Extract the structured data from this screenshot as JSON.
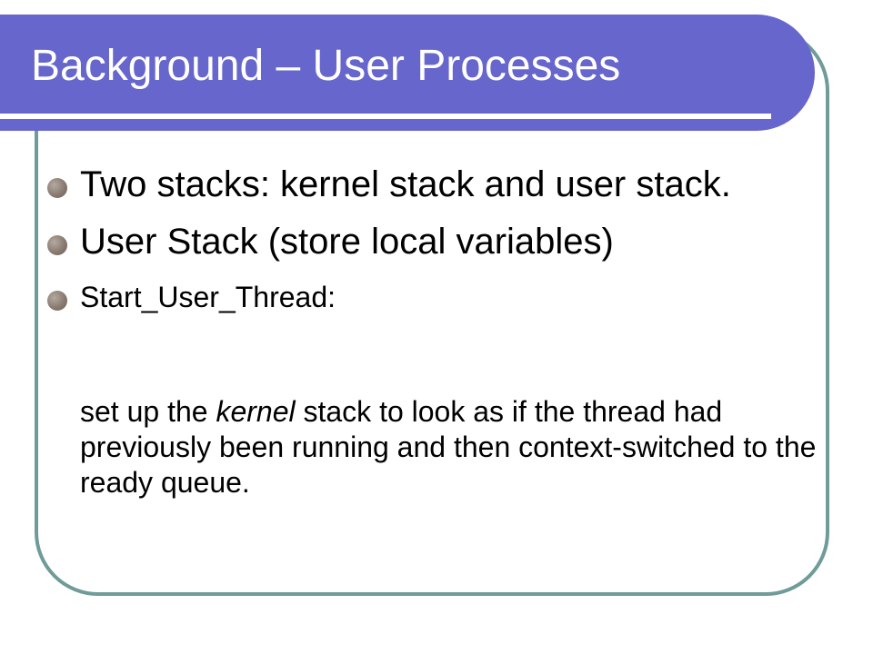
{
  "slide": {
    "title": "Background – User Processes",
    "bullets": [
      {
        "text": "Two stacks: kernel stack and user stack."
      },
      {
        "text": "User Stack (store local variables)"
      },
      {
        "text": "Start_User_Thread:"
      }
    ],
    "continuation": {
      "before": "set up the ",
      "emphasis": "kernel",
      "after": " stack to look as if the thread had previously been running and then context-switched to the ready queue."
    }
  },
  "colors": {
    "title_bar": "#6666cc",
    "title_text": "#ffffff",
    "frame_border": "#6f9b99",
    "bullet": "#8a7b71",
    "body_text": "#000000"
  }
}
